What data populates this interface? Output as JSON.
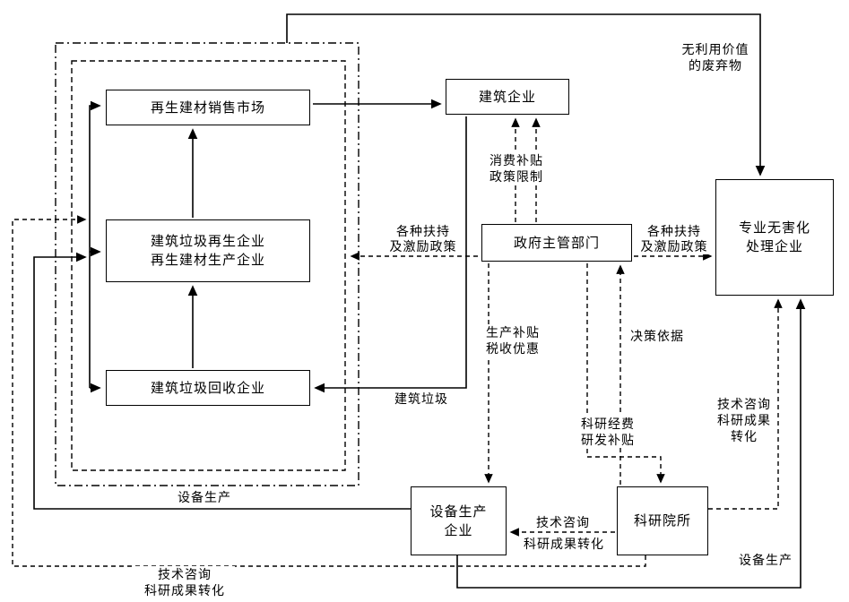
{
  "diagram": {
    "title": "construction-waste-recycling-stakeholder-diagram",
    "colors": {
      "line": "#000000",
      "background": "#ffffff",
      "text": "#000000"
    },
    "nodes": {
      "sales_market": {
        "lines": [
          "再生建材销售市场"
        ]
      },
      "construction": {
        "lines": [
          "建筑企业"
        ]
      },
      "recycler": {
        "lines": [
          "建筑垃圾再生企业",
          "再生建材生产企业"
        ]
      },
      "government": {
        "lines": [
          "政府主管部门"
        ]
      },
      "treatment": {
        "lines": [
          "专业无害化",
          "处理企业"
        ]
      },
      "recovery": {
        "lines": [
          "建筑垃圾回收企业"
        ]
      },
      "equipment": {
        "lines": [
          "设备生产",
          "企业"
        ]
      },
      "research": {
        "lines": [
          "科研院所"
        ]
      }
    },
    "edge_labels": {
      "useless_waste": {
        "lines": [
          "无利用价值",
          "的废弃物"
        ]
      },
      "consumption": {
        "lines": [
          "消费补贴",
          "政策限制"
        ]
      },
      "support_left": {
        "lines": [
          "各种扶持",
          "及激励政策"
        ]
      },
      "support_right": {
        "lines": [
          "各种扶持",
          "及激励政策"
        ]
      },
      "production_subsidy": {
        "lines": [
          "生产补贴",
          "税收优惠"
        ]
      },
      "decision_basis": {
        "lines": [
          "决策依据"
        ]
      },
      "construction_waste": {
        "lines": [
          "建筑垃圾"
        ]
      },
      "research_fund": {
        "lines": [
          "科研经费",
          "研发补贴"
        ]
      },
      "tech_transfer_right": {
        "lines": [
          "技术咨询",
          "科研成果",
          "转化"
        ]
      },
      "equipment_supply_left": {
        "lines": [
          "设备生产"
        ]
      },
      "tech_transfer_mid": {
        "lines": [
          "技术咨询",
          "科研成果转化"
        ]
      },
      "equipment_supply_right": {
        "lines": [
          "设备生产"
        ]
      },
      "tech_transfer_bottom": {
        "lines": [
          "技术咨询",
          "科研成果转化"
        ]
      }
    }
  }
}
